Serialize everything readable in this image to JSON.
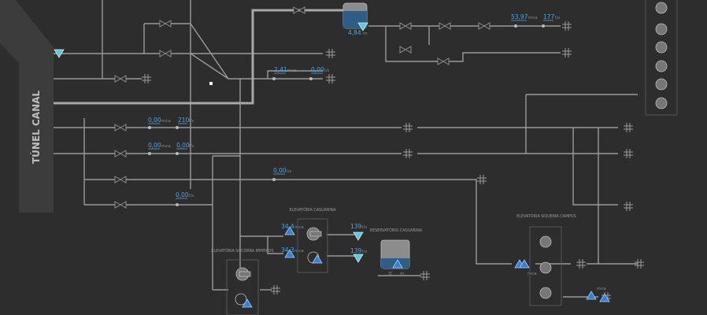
{
  "tunnel_label": "TÚNEL CANAL",
  "measurements": {
    "tank_top": {
      "value": "4,84",
      "unit": "m"
    },
    "flow_right_1": {
      "value": "53,97",
      "unit": "mca"
    },
    "flow_right_2": {
      "value": "177",
      "unit": "l/s"
    },
    "press_mid": {
      "value": "2,41",
      "unit": "mca"
    },
    "flow_mid": {
      "value": "0,00",
      "unit": "l/s"
    },
    "row1_a": {
      "value": "0,00",
      "unit": "mca"
    },
    "row1_b": {
      "value": "210",
      "unit": "l/s"
    },
    "row2_a": {
      "value": "0,00",
      "unit": "mca"
    },
    "row2_b": {
      "value": "0,00",
      "unit": "l/s"
    },
    "row3": {
      "value": "0,00",
      "unit": "l/s"
    },
    "row4": {
      "value": "0,00",
      "unit": "l/s"
    },
    "casuarina_top": {
      "value": "34,4",
      "unit": "mca"
    },
    "casuarina_bot": {
      "value": "34,3",
      "unit": "mca"
    },
    "casuarina_out1": {
      "value": "139",
      "unit": "l/s"
    },
    "casuarina_out2": {
      "value": "139",
      "unit": "l/s"
    },
    "reservoir_level": {
      "value": "",
      "unit": "m"
    },
    "siqueira_in": {
      "value": "",
      "unit": "mca"
    },
    "siqueira_out": {
      "value": "",
      "unit": "mca"
    }
  },
  "stations": {
    "casuarina": "ELEVATÓRIA CASUARINA",
    "soares": "ELEVATÓRIA SOCORRA IMPERIOS",
    "reservatorio": "RESERVATÓRIO CASUARINA",
    "siqueira": "ELEVATÓRIA SIQUEIRA CAMPOS"
  },
  "colors": {
    "background": "#2d2d2d",
    "pipe": "#9a9a9a",
    "value_text": "#4fa3e0",
    "indicator_blue": "#3a7fd0",
    "indicator_cyan": "#5fc8dc"
  }
}
